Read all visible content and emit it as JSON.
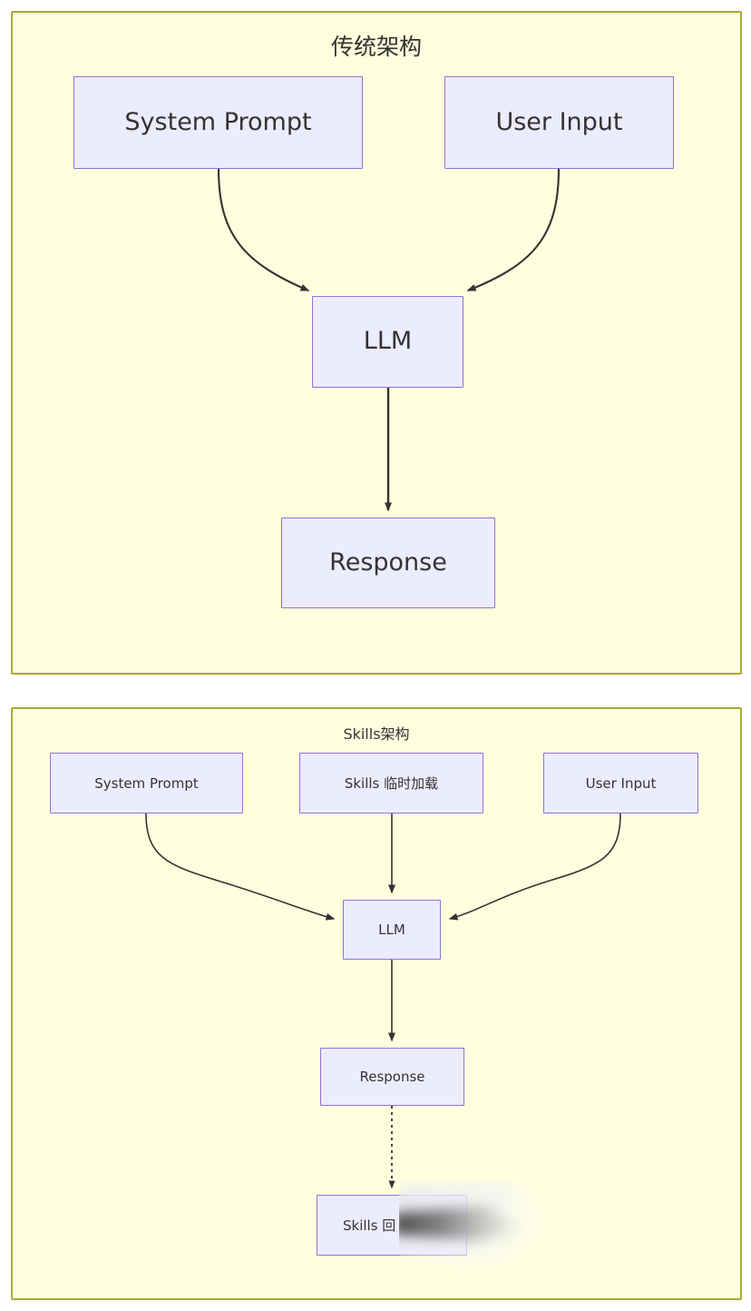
{
  "diagrams": [
    {
      "id": "traditional",
      "title": "传统架构",
      "nodes": {
        "system_prompt": "System Prompt",
        "user_input": "User Input",
        "llm": "LLM",
        "response": "Response"
      },
      "edges": [
        {
          "from": "System Prompt",
          "to": "LLM",
          "style": "solid",
          "arrow": true
        },
        {
          "from": "User Input",
          "to": "LLM",
          "style": "solid",
          "arrow": true
        },
        {
          "from": "LLM",
          "to": "Response",
          "style": "solid",
          "arrow": true
        }
      ]
    },
    {
      "id": "skills",
      "title": "Skills架构",
      "nodes": {
        "system_prompt": "System Prompt",
        "skills_load": "Skills 临时加载",
        "user_input": "User Input",
        "llm": "LLM",
        "response": "Response",
        "skills_back": "Skills 回"
      },
      "edges": [
        {
          "from": "System Prompt",
          "to": "LLM",
          "style": "solid",
          "arrow": true
        },
        {
          "from": "Skills 临时加载",
          "to": "LLM",
          "style": "solid",
          "arrow": true
        },
        {
          "from": "User Input",
          "to": "LLM",
          "style": "solid",
          "arrow": true
        },
        {
          "from": "LLM",
          "to": "Response",
          "style": "solid",
          "arrow": true
        },
        {
          "from": "Response",
          "to": "Skills 回",
          "style": "dotted",
          "arrow": true
        }
      ]
    }
  ],
  "colors": {
    "panel_fill": "#ffffde",
    "panel_border": "#aaaa33",
    "node_fill": "#ececff",
    "node_border": "#9370db",
    "text": "#333333",
    "edge": "#333333"
  }
}
